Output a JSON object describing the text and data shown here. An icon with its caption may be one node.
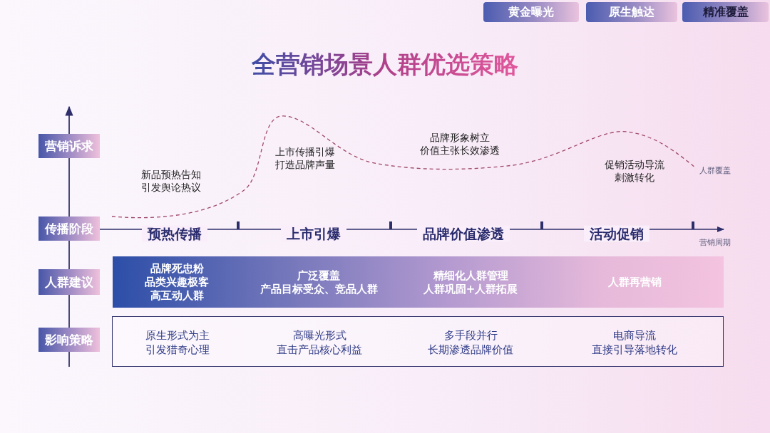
{
  "diagram": {
    "title": "全营销场景人群优选策略",
    "nodes": [
      {
        "text": [
          "黄金曝光"
        ]
      },
      {
        "text": [
          "原生触达"
        ]
      },
      {
        "text": [
          "精准覆盖"
        ]
      },
      {
        "text": [
          "营销诉求"
        ]
      },
      {
        "text": [
          "传播阶段"
        ]
      },
      {
        "text": [
          "人群建议"
        ]
      },
      {
        "text": [
          "影响策略"
        ]
      },
      {
        "text": [
          "品牌死忠粉",
          "品类兴趣极客",
          "高互动人群",
          "广泛覆盖",
          "产品目标受众、竞品人群",
          "精细化人群管理",
          "人群巩固+人群拓展",
          "人群再营销"
        ]
      },
      {
        "text": [
          "原生形式为主",
          "引发猎奇心理",
          "高曝光形式",
          "直击产品核心利益",
          "多手段并行",
          "长期渗透品牌价值",
          "电商导流",
          "直接引导落地转化"
        ]
      }
    ],
    "edges": [],
    "labels": [
      "新品预热告知",
      "引发舆论热议",
      "上市传播引爆",
      "打造品牌声量",
      "品牌形象树立",
      "价值主张长效渗透",
      "促销活动导流",
      "刺激转化",
      "人群覆盖",
      "预热传播",
      "上市引爆",
      "品牌价值渗透",
      "活动促销",
      "营销周期"
    ]
  }
}
